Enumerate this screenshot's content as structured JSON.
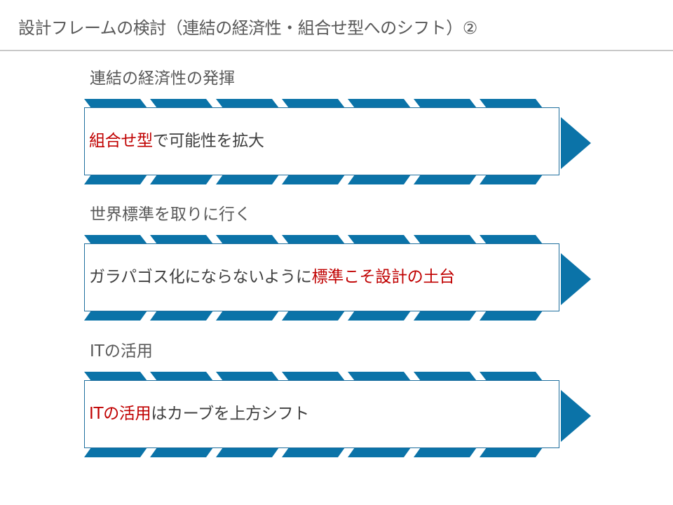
{
  "title": "設計フレームの検討（連結の経済性・組合せ型へのシフト）②",
  "colors": {
    "accent": "#0b73a8",
    "highlight": "#c00000",
    "text": "#404040",
    "rule": "#c8c8c8"
  },
  "sections": [
    {
      "heading": "連結の経済性の発揮",
      "highlight_text": "組合せ型",
      "rest_text": "で可能性を拡大"
    },
    {
      "heading": "世界標準を取りに行く",
      "lead_text": "ガラパゴス化にならないように",
      "highlight_text": "標準こそ設計の土台"
    },
    {
      "heading": "ITの活用",
      "highlight_text": "ITの活用",
      "rest_text": "はカーブを上方シフト"
    }
  ]
}
